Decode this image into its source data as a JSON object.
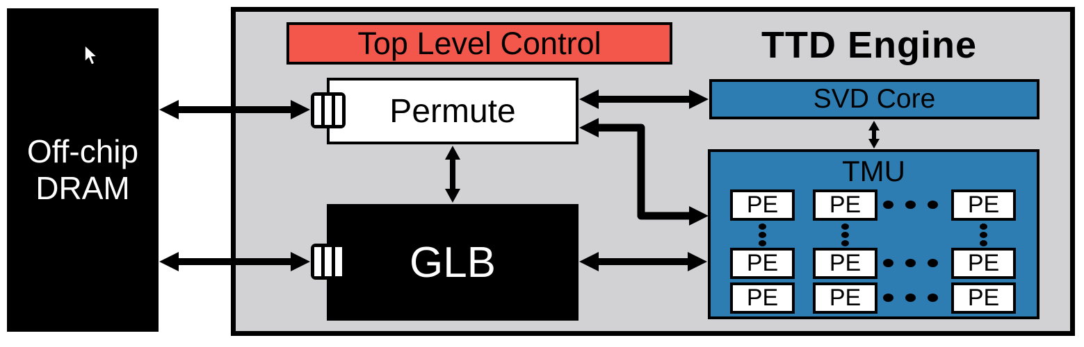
{
  "title": "TTD Engine",
  "blocks": {
    "dram_line1": "Off-chip",
    "dram_line2": "DRAM",
    "top_level_control": "Top Level Control",
    "permute": "Permute",
    "glb": "GLB",
    "svd_core": "SVD Core",
    "tmu": "TMU",
    "pe": "PE"
  },
  "colors": {
    "control_red": "#f3564a",
    "core_blue": "#2e7db2",
    "engine_gray": "#d2d2d4",
    "block_black": "#000000",
    "block_white": "#ffffff"
  }
}
